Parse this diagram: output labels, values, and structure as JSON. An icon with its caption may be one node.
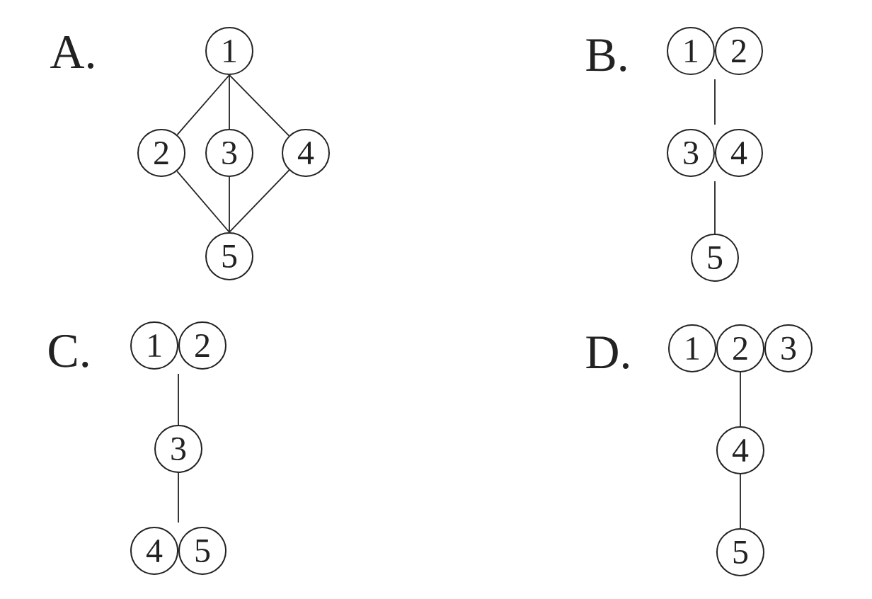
{
  "diagram": {
    "nodes": [
      {
        "text": [
          "1"
        ]
      },
      {
        "text": [
          "2"
        ]
      },
      {
        "text": [
          "3"
        ]
      },
      {
        "text": [
          "4"
        ]
      },
      {
        "text": [
          "5"
        ]
      },
      {
        "text": [
          "1"
        ]
      },
      {
        "text": [
          "2"
        ]
      },
      {
        "text": [
          "3"
        ]
      },
      {
        "text": [
          "4"
        ]
      },
      {
        "text": [
          "5"
        ]
      },
      {
        "text": [
          "1"
        ]
      },
      {
        "text": [
          "2"
        ]
      },
      {
        "text": [
          "3"
        ]
      },
      {
        "text": [
          "4"
        ]
      },
      {
        "text": [
          "5"
        ]
      },
      {
        "text": [
          "1"
        ]
      },
      {
        "text": [
          "2"
        ]
      },
      {
        "text": [
          "3"
        ]
      },
      {
        "text": [
          "4"
        ]
      },
      {
        "text": [
          "5"
        ]
      }
    ],
    "edges": [
      {
        "from": 0,
        "to": 1,
        "arrow": "none"
      },
      {
        "from": 0,
        "to": 2,
        "arrow": "none"
      },
      {
        "from": 0,
        "to": 3,
        "arrow": "none"
      },
      {
        "from": 1,
        "to": 4,
        "arrow": "none"
      },
      {
        "from": 2,
        "to": 4,
        "arrow": "none"
      },
      {
        "from": 3,
        "to": 4,
        "arrow": "none"
      },
      {
        "from": 5,
        "to": 7,
        "arrow": "none"
      },
      {
        "from": 5,
        "to": 8,
        "arrow": "none"
      },
      {
        "from": 6,
        "to": 7,
        "arrow": "none"
      },
      {
        "from": 6,
        "to": 8,
        "arrow": "none"
      },
      {
        "from": 7,
        "to": 9,
        "arrow": "none"
      },
      {
        "from": 8,
        "to": 9,
        "arrow": "none"
      },
      {
        "from": 10,
        "to": 12,
        "arrow": "none"
      },
      {
        "from": 11,
        "to": 12,
        "arrow": "none"
      },
      {
        "from": 12,
        "to": 13,
        "arrow": "none"
      },
      {
        "from": 12,
        "to": 14,
        "arrow": "none"
      },
      {
        "from": 16,
        "to": 18,
        "arrow": "none"
      },
      {
        "from": 18,
        "to": 19,
        "arrow": "none"
      }
    ],
    "labels": [
      "A.",
      "B.",
      "C.",
      "D."
    ]
  }
}
